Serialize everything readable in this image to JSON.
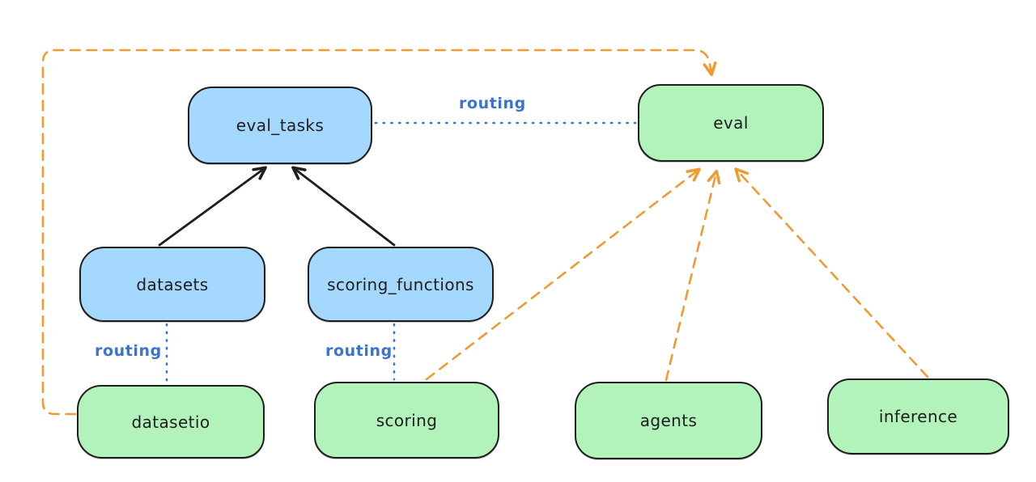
{
  "diagram": {
    "type": "node-edge-diagram",
    "background": "#ffffff",
    "colors": {
      "node_stroke": "#1e1e1e",
      "blue_node_fill": "#a5d8ff",
      "green_node_fill": "#b2f2bb",
      "routing_blue": "#3b74cc",
      "orange_dashed": "#ee9b33",
      "black_arrow": "#1e1e1e"
    }
  },
  "nodes": {
    "eval_tasks": {
      "label": "eval_tasks",
      "fill": "blue"
    },
    "eval": {
      "label": "eval",
      "fill": "green"
    },
    "datasets": {
      "label": "datasets",
      "fill": "blue"
    },
    "scoring_functions": {
      "label": "scoring_functions",
      "fill": "blue"
    },
    "datasetio": {
      "label": "datasetio",
      "fill": "green"
    },
    "scoring": {
      "label": "scoring",
      "fill": "green"
    },
    "agents": {
      "label": "agents",
      "fill": "green"
    },
    "inference": {
      "label": "inference",
      "fill": "green"
    }
  },
  "edges": [
    {
      "from": "datasets",
      "to": "eval_tasks",
      "style": "solid-black-arrow",
      "label": ""
    },
    {
      "from": "scoring_functions",
      "to": "eval_tasks",
      "style": "solid-black-arrow",
      "label": ""
    },
    {
      "from": "eval_tasks",
      "to": "eval",
      "style": "dotted-blue",
      "label": "routing"
    },
    {
      "from": "datasets",
      "to": "datasetio",
      "style": "dotted-blue",
      "label": "routing"
    },
    {
      "from": "scoring_functions",
      "to": "scoring",
      "style": "dotted-blue",
      "label": "routing"
    },
    {
      "from": "datasetio",
      "to": "eval",
      "style": "dashed-orange-arrow",
      "label": ""
    },
    {
      "from": "scoring",
      "to": "eval",
      "style": "dashed-orange-arrow",
      "label": ""
    },
    {
      "from": "agents",
      "to": "eval",
      "style": "dashed-orange-arrow",
      "label": ""
    },
    {
      "from": "inference",
      "to": "eval",
      "style": "dashed-orange-arrow",
      "label": ""
    }
  ]
}
